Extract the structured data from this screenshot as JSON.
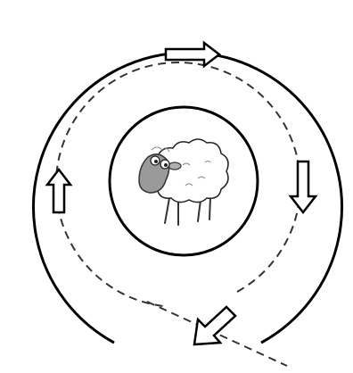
{
  "diagram": {
    "rings": [
      {
        "name": "outer-ring",
        "style": "solid-open"
      },
      {
        "name": "path-ring",
        "style": "dashed"
      },
      {
        "name": "inner-ring",
        "style": "solid"
      }
    ],
    "arrows": [
      {
        "name": "arrow-top",
        "direction": "right"
      },
      {
        "name": "arrow-right",
        "direction": "down"
      },
      {
        "name": "arrow-bottom",
        "direction": "down-left"
      },
      {
        "name": "arrow-left",
        "direction": "up"
      }
    ],
    "center_figure": "sheep",
    "colors": {
      "line": "#000000",
      "background": "#ffffff",
      "sheep_face": "#9a9a9a"
    }
  }
}
